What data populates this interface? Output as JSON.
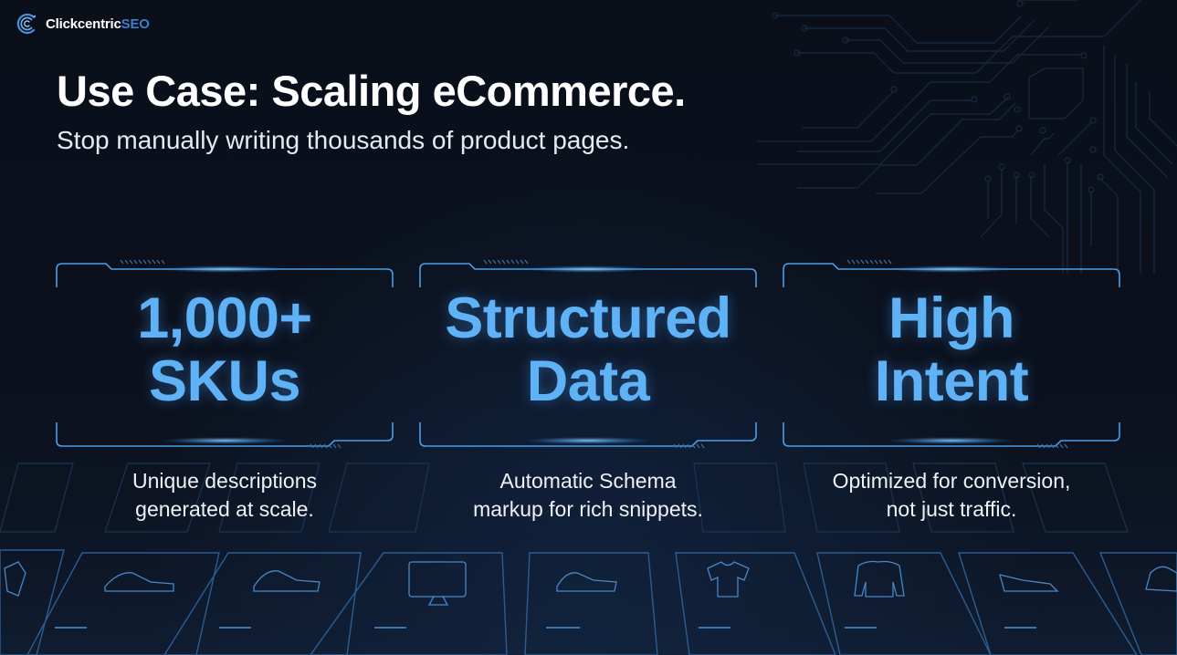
{
  "brand": {
    "name_primary": "Clickcentric",
    "name_accent": "SEO",
    "logo_icon": "c-swirl-logo-icon"
  },
  "header": {
    "title": "Use Case: Scaling eCommerce.",
    "subtitle": "Stop manually writing thousands of product pages."
  },
  "cards": [
    {
      "line1": "1,000+",
      "line2": "SKUs",
      "description_line1": "Unique descriptions",
      "description_line2": "generated at scale."
    },
    {
      "line1": "Structured",
      "line2": "Data",
      "description_line1": "Automatic Schema",
      "description_line2": "markup for rich snippets."
    },
    {
      "line1": "High",
      "line2": "Intent",
      "description_line1": "Optimized for conversion,",
      "description_line2": "not just traffic."
    }
  ],
  "background": {
    "product_tile_icons": [
      "sweater-icon",
      "sneaker-icon",
      "sneaker-icon",
      "monitor-icon",
      "sneaker-icon",
      "tshirt-icon",
      "jacket-icon",
      "sneaker-icon",
      "sneaker-icon"
    ],
    "decoration": "circuit-board-lines"
  },
  "colors": {
    "background": "#0a0f1a",
    "accent_blue": "#5eb2f5",
    "frame_blue": "#4a9ee8",
    "brand_accent": "#3d7fc9",
    "text_white": "#ffffff"
  }
}
